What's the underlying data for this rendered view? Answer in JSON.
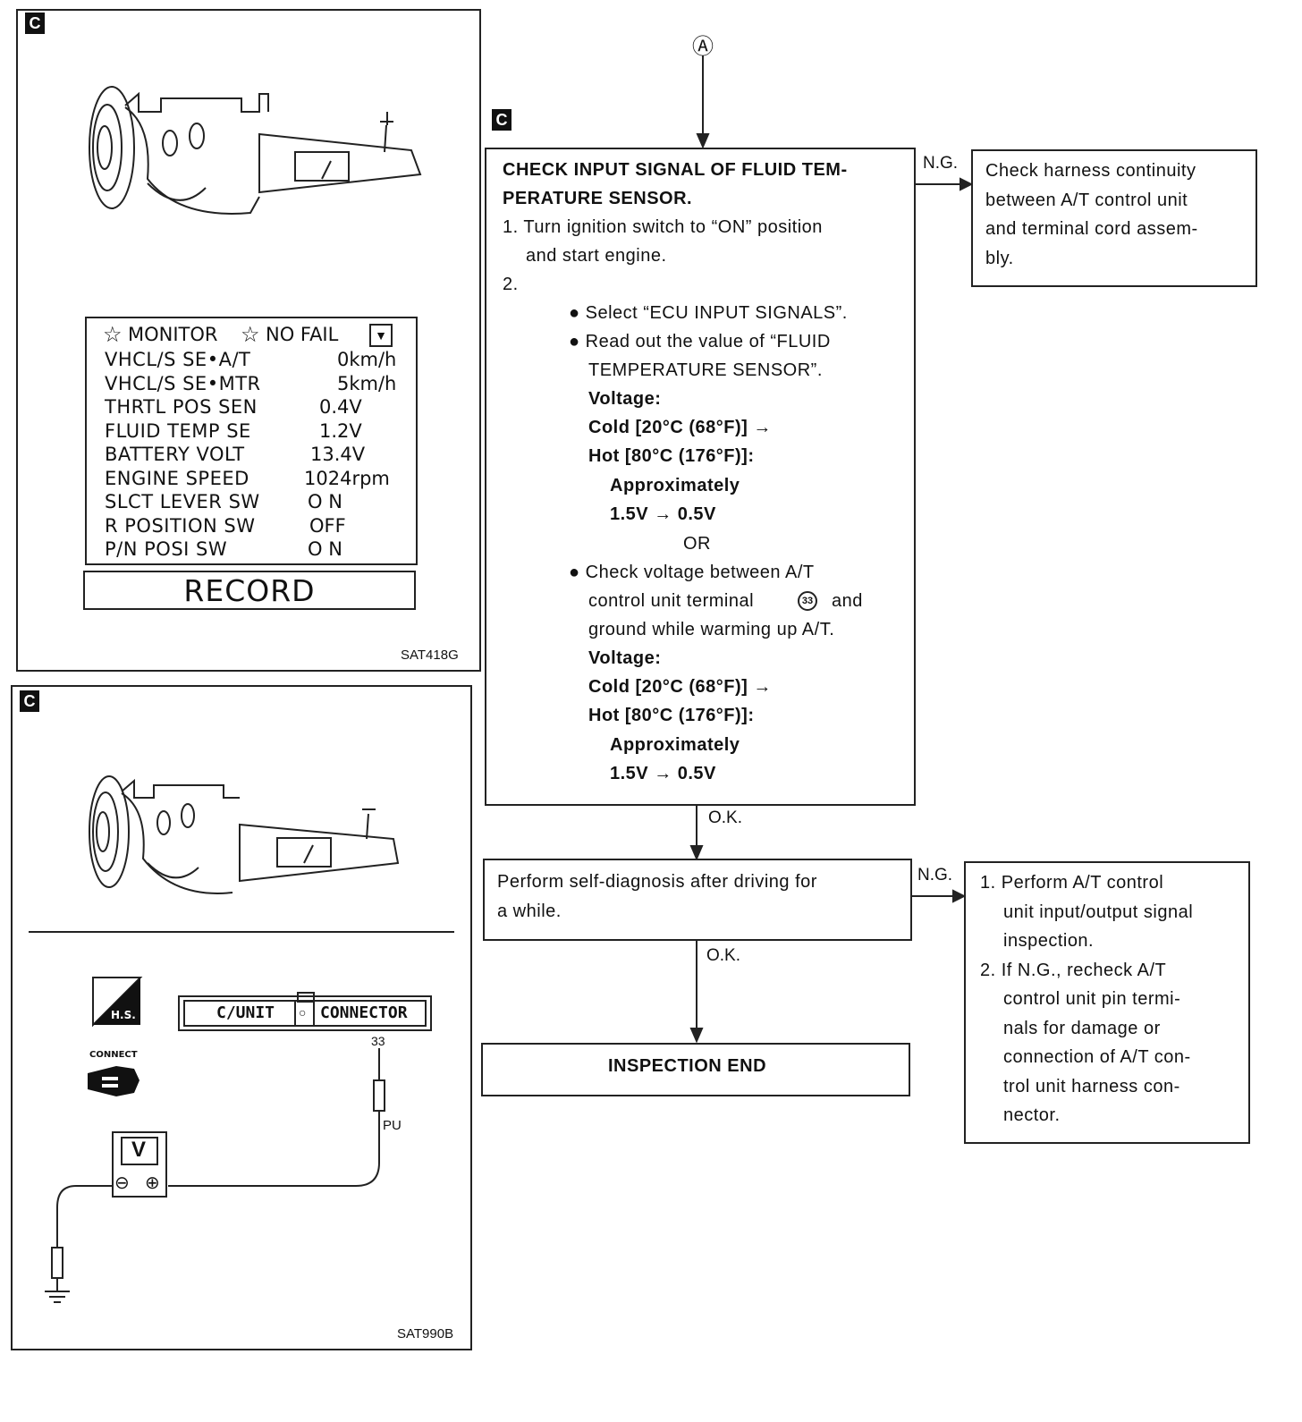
{
  "figure1": {
    "badge": "C",
    "code": "SAT418G",
    "monitor": {
      "header_monitor": "MONITOR",
      "header_nofail": "NO FAIL",
      "rows": [
        {
          "label": "VHCL/S SE•A/T",
          "value": "0km/h"
        },
        {
          "label": "VHCL/S SE•MTR",
          "value": "5km/h"
        },
        {
          "label": "THRTL POS SEN",
          "value": "0.4V"
        },
        {
          "label": "FLUID TEMP SE",
          "value": "1.2V"
        },
        {
          "label": "BATTERY VOLT",
          "value": "13.4V"
        },
        {
          "label": "ENGINE SPEED",
          "value": "1024rpm"
        },
        {
          "label": "SLCT LEVER SW",
          "value": "O N"
        },
        {
          "label": "R POSITION SW",
          "value": "OFF"
        },
        {
          "label": "P/N POSI SW",
          "value": "O N"
        }
      ],
      "record": "RECORD"
    }
  },
  "figure2": {
    "badge": "C",
    "code": "SAT990B",
    "hs_label": "H.S.",
    "connect_label": "CONNECT",
    "cunit_label": "C/UNIT",
    "connector_label": "CONNECTOR",
    "terminal": "33",
    "wire": "PU",
    "meter": "V",
    "minus": "⊖",
    "plus": "⊕"
  },
  "flow": {
    "entry": "Ⓐ",
    "badge": "C",
    "check_box": {
      "title1": "CHECK INPUT SIGNAL OF FLUID TEM-",
      "title2": "PERATURE SENSOR.",
      "step1a": "1. Turn ignition switch to “ON” position",
      "step1b": "and start engine.",
      "step2": "2.",
      "a_bullet1": "● Select “ECU INPUT SIGNALS”.",
      "a_bullet2a": "● Read out the value of “FLUID",
      "a_bullet2b": "TEMPERATURE SENSOR”.",
      "voltage": "Voltage:",
      "cold": "Cold [20°C (68°F)] →",
      "hot": "Hot [80°C (176°F)]:",
      "approx": "Approximately",
      "range": "1.5V → 0.5V",
      "or": "OR",
      "b_bullet1a": "● Check voltage between A/T",
      "b_bullet1b": "control unit terminal",
      "b_term": "33",
      "b_bullet1c": "and",
      "b_bullet1d": "ground while warming up A/T.",
      "b_voltage": "Voltage:",
      "b_cold": "Cold [20°C (68°F)] →",
      "b_hot": "Hot [80°C (176°F)]:",
      "b_approx": "Approximately",
      "b_range": "1.5V → 0.5V"
    },
    "ng1": "N.G.",
    "ng1_box": [
      "Check harness continuity",
      "between A/T control unit",
      "and terminal cord assem-",
      "bly."
    ],
    "ok1": "O.K.",
    "perform_box": [
      "Perform self-diagnosis after driving for",
      "a while."
    ],
    "ng2": "N.G.",
    "ng2_box": [
      "1. Perform A/T control",
      "unit input/output signal",
      "inspection.",
      "2. If N.G., recheck A/T",
      "control unit pin termi-",
      "nals for damage or",
      "connection of A/T con-",
      "trol unit harness con-",
      "nector."
    ],
    "ok2": "O.K.",
    "end_box": "INSPECTION END"
  }
}
